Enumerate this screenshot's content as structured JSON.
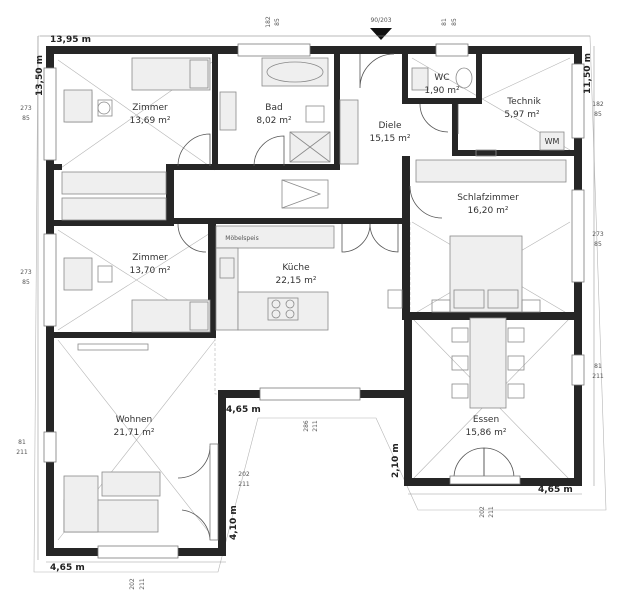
{
  "rooms": [
    {
      "name": "Zimmer",
      "area": "13,69 m²"
    },
    {
      "name": "Bad",
      "area": "8,02 m²"
    },
    {
      "name": "Diele",
      "area": "15,15 m²"
    },
    {
      "name": "WC",
      "area": "1,90 m²"
    },
    {
      "name": "Technik",
      "area": "5,97 m²"
    },
    {
      "name": "Schlafzimmer",
      "area": "16,20 m²"
    },
    {
      "name": "Zimmer",
      "area": "13,70 m²"
    },
    {
      "name": "Küche",
      "area": "22,15 m²"
    },
    {
      "name": "Wohnen",
      "area": "21,71 m²"
    },
    {
      "name": "Essen",
      "area": "15,86 m²"
    }
  ],
  "dimensions": {
    "top_width": "13,95 m",
    "left_height": "13,50 m",
    "right_height": "11,50 m",
    "bottom_left": "4,65 m",
    "bottom_right": "4,65 m",
    "notch_width": "4,65 m",
    "notch_left_height": "4,10 m",
    "notch_right_height": "2,10 m"
  },
  "openings": {
    "top_1_w": "182",
    "top_1_h": "85",
    "entrance": "90/203",
    "top_2_w": "81",
    "top_2_h": "85",
    "left_1_w": "273",
    "left_1_h": "85",
    "left_2_w": "273",
    "left_2_h": "85",
    "left_3_w": "81",
    "left_3_h": "211",
    "right_1_w": "182",
    "right_1_h": "85",
    "right_2_w": "273",
    "right_2_h": "85",
    "right_3_w": "81",
    "right_3_h": "211",
    "living_door_w": "202",
    "living_door_h": "211",
    "terrace_w": "286",
    "terrace_h": "211",
    "bottom_1_w": "202",
    "bottom_1_h": "211",
    "dining_door_w": "202",
    "dining_door_h": "211"
  },
  "labels": {
    "washing_machine": "WM",
    "furniture_storage": "Möbelspeis"
  }
}
